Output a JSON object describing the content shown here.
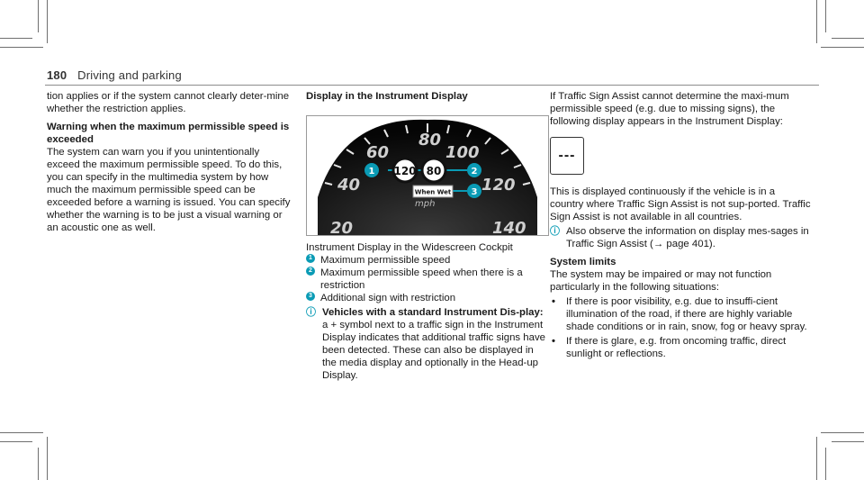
{
  "header": {
    "page_number": "180",
    "section": "Driving and parking"
  },
  "col1": {
    "p1": "tion applies or if the system cannot clearly deter-mine whether the restriction applies.",
    "heading": "Warning when the maximum permissible speed is exceeded",
    "p2": "The system can warn you if you unintentionally exceed the maximum permissible speed. To do this, you can specify in the multimedia system by how much the maximum permissible speed can be exceeded before a warning is issued. You can specify whether the warning is to be just a visual warning or an acoustic one as well."
  },
  "col2": {
    "heading": "Display in the Instrument Display",
    "figure": {
      "speeds": [
        "20",
        "40",
        "60",
        "80",
        "100",
        "120",
        "140"
      ],
      "unit": "mph",
      "sign1": "120",
      "sign2": "80",
      "additional_sign": "When Wet",
      "callouts": [
        "1",
        "2",
        "3"
      ]
    },
    "caption": "Instrument Display in the Widescreen Cockpit",
    "items": [
      {
        "n": "1",
        "text": "Maximum permissible speed"
      },
      {
        "n": "2",
        "text": "Maximum permissible speed when there is a restriction"
      },
      {
        "n": "3",
        "text": "Additional sign with restriction"
      }
    ],
    "note_bold": "Vehicles with a standard Instrument Dis-play:",
    "note_text": "a + symbol next to a traffic sign in the Instrument Display indicates that additional traffic signs have been detected. These can also be displayed in the media display and optionally in the Head-up Display."
  },
  "col3": {
    "p1": "If Traffic Sign Assist cannot determine the maxi-mum permissible speed (e.g. due to missing signs), the following display appears in the Instrument Display:",
    "display_symbol": "---",
    "p2": "This is displayed continuously if the vehicle is in a country where Traffic Sign Assist is not sup-ported. Traffic Sign Assist is not available in all countries.",
    "note": "Also observe the information on display mes-sages in Traffic Sign Assist (→ page 401).",
    "heading": "System limits",
    "p3": "The system may be impaired or may not function particularly in the following situations:",
    "bullets": [
      "If there is poor visibility, e.g. due to insuffi-cient illumination of the road, if there are highly variable shade conditions or in rain, snow, fog or heavy spray.",
      "If there is glare, e.g. from oncoming traffic, direct sunlight or reflections."
    ]
  },
  "colors": {
    "accent": "#0a9bb5",
    "gauge_bg": "#111111"
  }
}
